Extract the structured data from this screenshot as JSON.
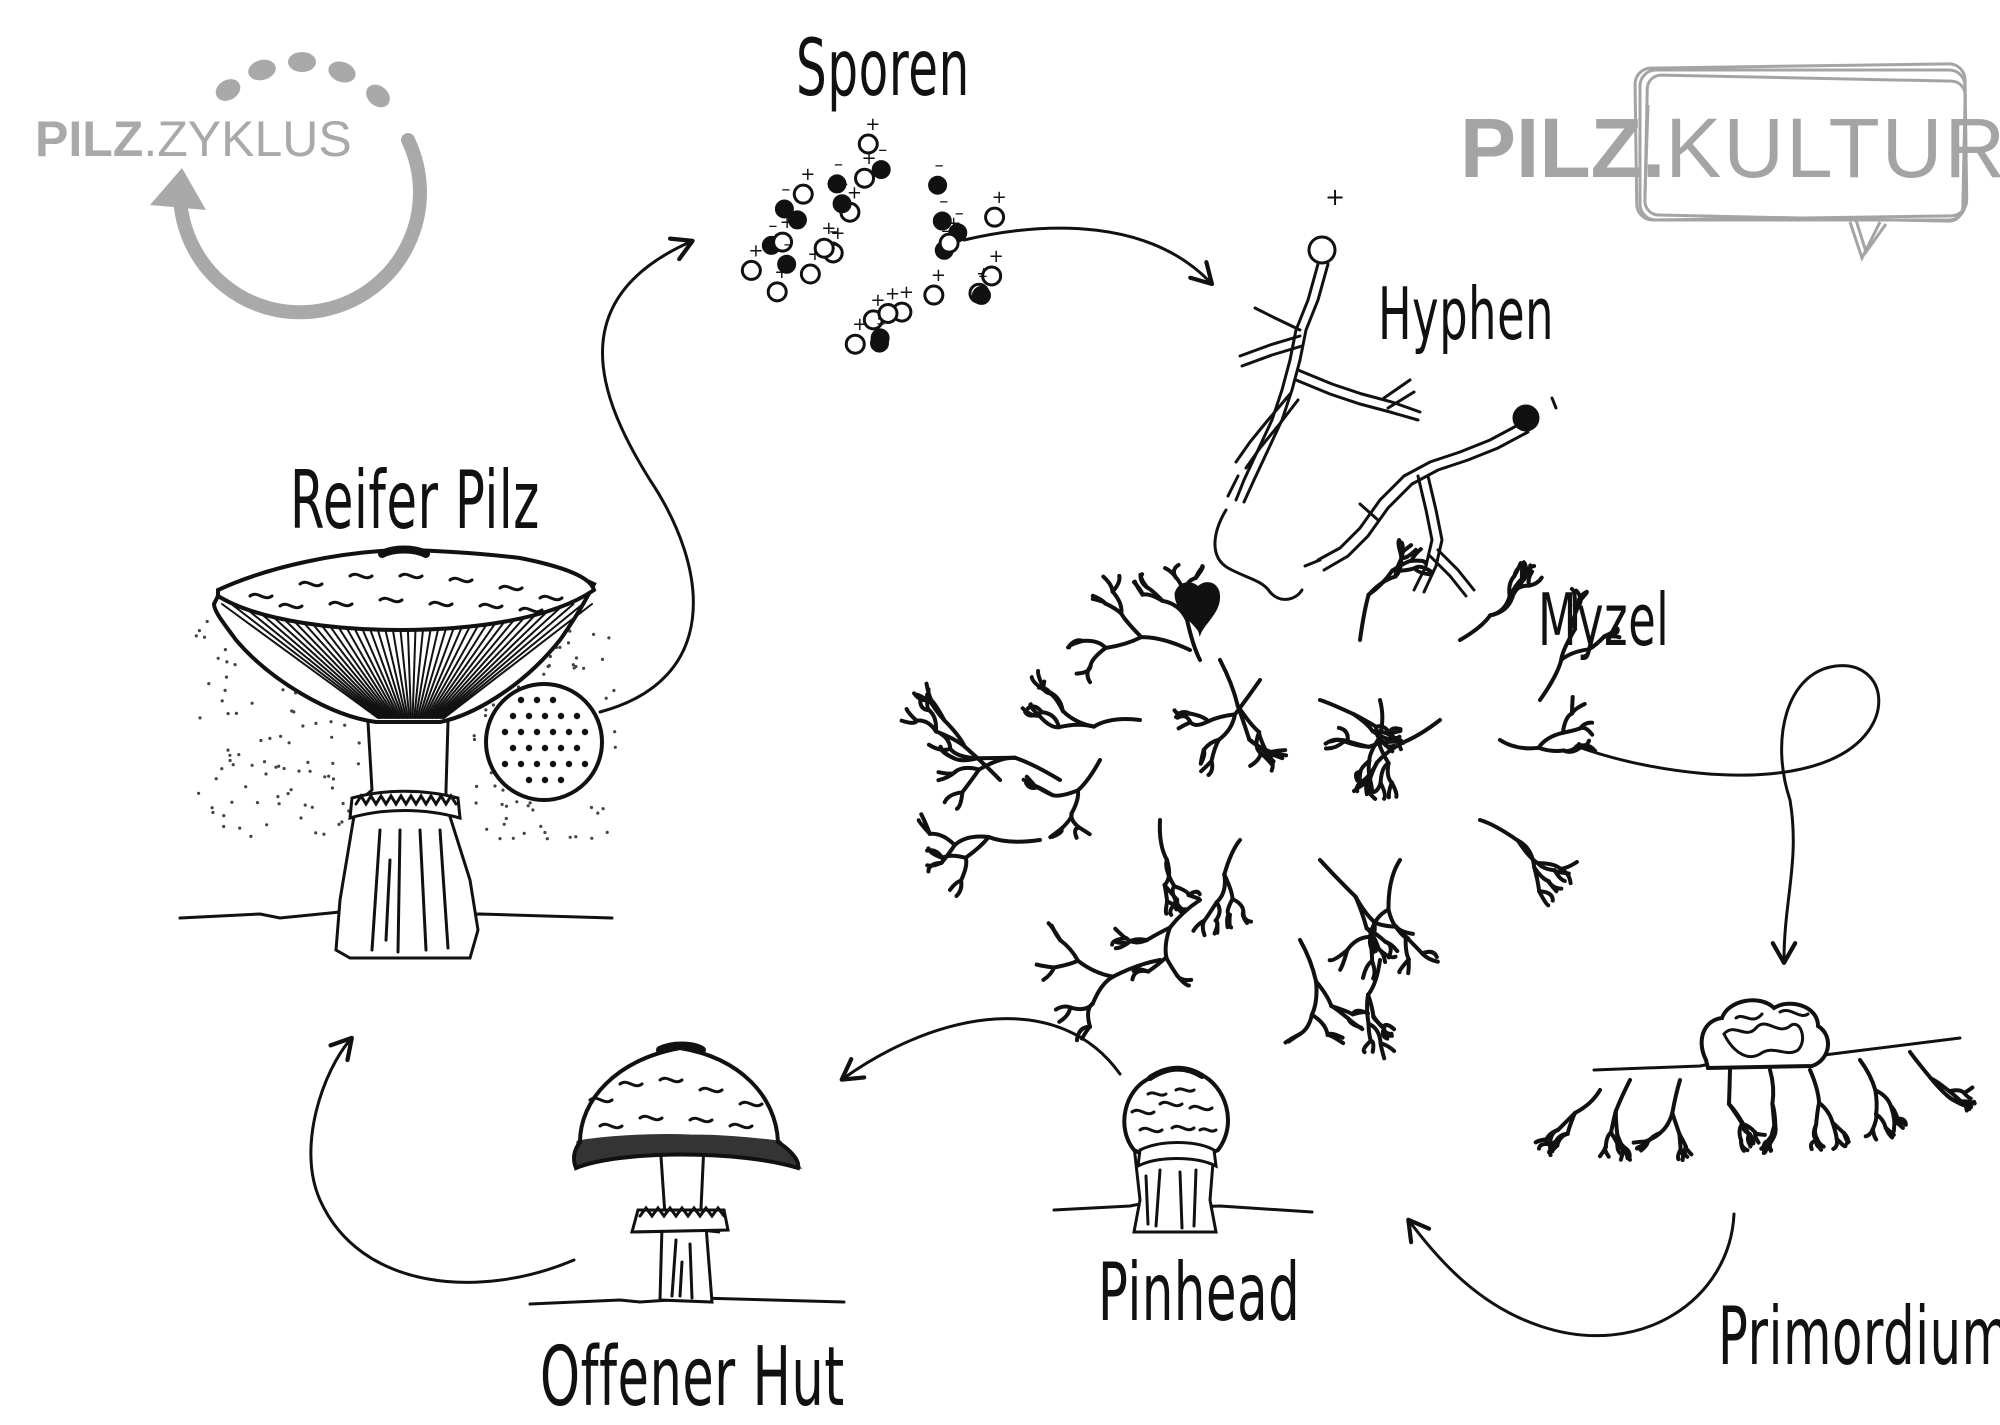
{
  "logos": {
    "left": {
      "bold": "PILZ",
      "thin": ".ZYKLUS"
    },
    "right": {
      "bold": "PILZ.",
      "thin": "KULTUR"
    }
  },
  "stages": {
    "sporen": "Sporen",
    "hyphen": "Hyphen",
    "myzel": "Myzel",
    "primordium": "Primordium",
    "pinhead": "Pinhead",
    "offener_hut": "Offener Hut",
    "reifer_pilz": "Reifer Pilz"
  },
  "colors": {
    "ink": "#111111",
    "logo_gray": "#a9a9a9"
  }
}
